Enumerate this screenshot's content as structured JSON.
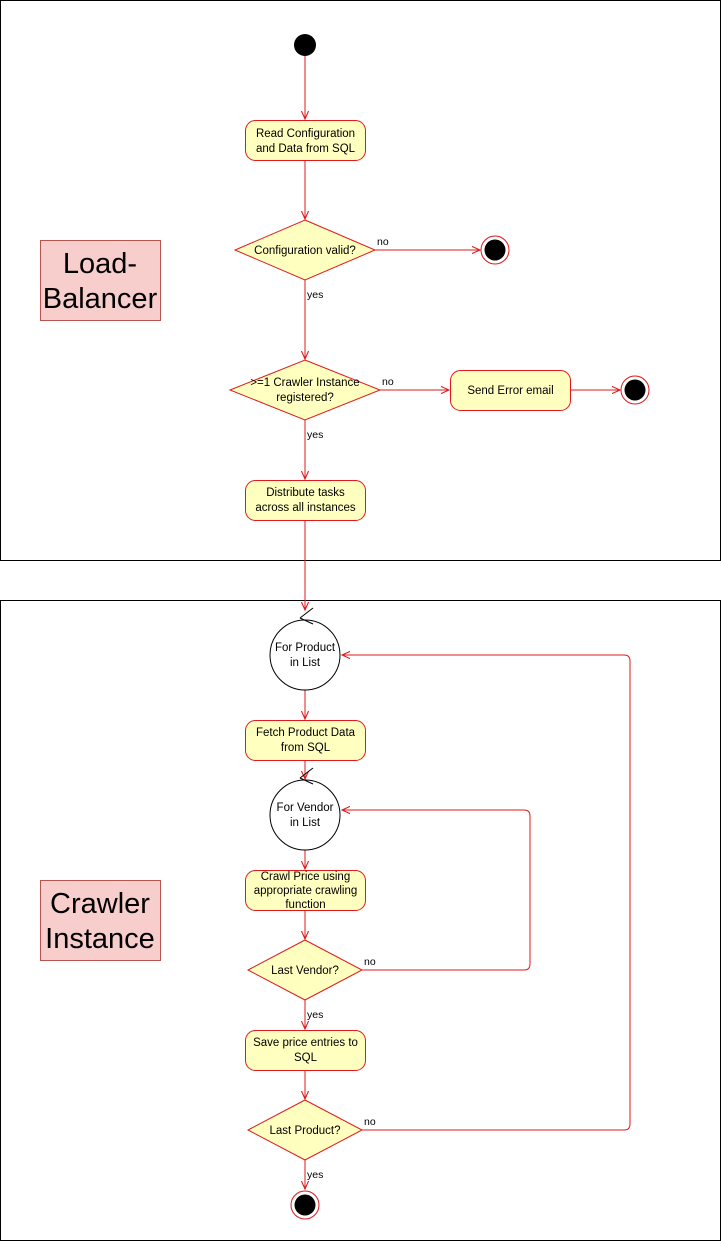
{
  "colors": {
    "stroke": "#e01a1a",
    "fill": "#ffffc0",
    "lane_label_fill": "#f8cecc",
    "lane_border": "#000000",
    "loop_fill": "#ffffff",
    "terminal": "#000000"
  },
  "lanes": {
    "load_balancer": {
      "label_line1": "Load-",
      "label_line2": "Balancer"
    },
    "crawler_instance": {
      "label_line1": "Crawler",
      "label_line2": "Instance"
    }
  },
  "nodes": {
    "read_config": {
      "line1": "Read Configuration",
      "line2": "and Data from SQL"
    },
    "config_valid": {
      "line1": "Configuration valid?"
    },
    "crawler_registered": {
      "line1": ">=1 Crawler Instance",
      "line2": "registered?"
    },
    "send_error": {
      "line1": "Send Error email"
    },
    "distribute": {
      "line1": "Distribute tasks",
      "line2": "across all instances"
    },
    "for_product": {
      "line1": "For Product",
      "line2": "in List"
    },
    "fetch_product": {
      "line1": "Fetch Product Data",
      "line2": "from SQL"
    },
    "for_vendor": {
      "line1": "For Vendor",
      "line2": "in List"
    },
    "crawl_price": {
      "line1": "Crawl Price using",
      "line2": "appropriate crawling",
      "line3": "function"
    },
    "last_vendor": {
      "line1": "Last Vendor?"
    },
    "save_price": {
      "line1": "Save price entries to",
      "line2": "SQL"
    },
    "last_product": {
      "line1": "Last Product?"
    }
  },
  "edge_labels": {
    "config_no": "no",
    "config_yes": "yes",
    "registered_no": "no",
    "registered_yes": "yes",
    "vendor_no": "no",
    "vendor_yes": "yes",
    "product_no": "no",
    "product_yes": "yes"
  }
}
